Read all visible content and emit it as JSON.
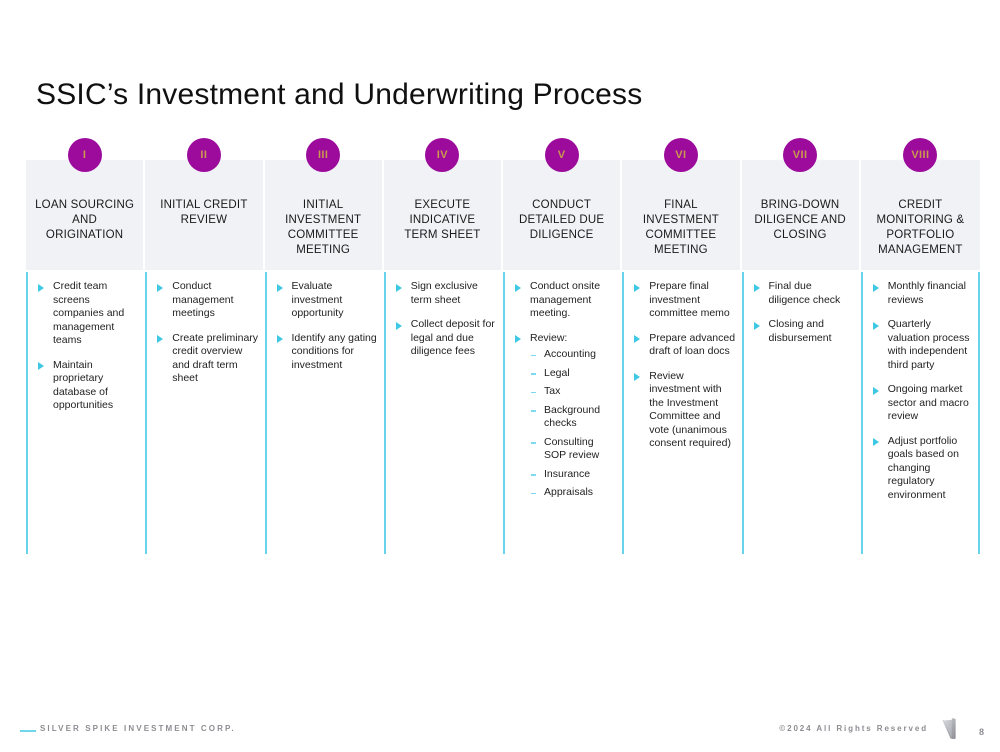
{
  "slide": {
    "title": "SSIC’s Investment and Underwriting Process"
  },
  "colors": {
    "badge_fill": "#9C0B9C",
    "badge_text": "#C99A4E",
    "divider": "#68D3EC",
    "bullet": "#3FC8E4",
    "header_band": "#F1F2F6",
    "footer_text": "#8D8D93"
  },
  "process": {
    "columns": [
      {
        "numeral": "I",
        "heading": "LOAN SOURCING AND ORIGINATION",
        "bullets": [
          {
            "text": "Credit team screens companies and management teams"
          },
          {
            "text": "Maintain proprietary database of opportunities"
          }
        ]
      },
      {
        "numeral": "II",
        "heading": "INITIAL CREDIT REVIEW",
        "bullets": [
          {
            "text": "Conduct management meetings"
          },
          {
            "text": "Create preliminary credit overview and draft term sheet"
          }
        ]
      },
      {
        "numeral": "III",
        "heading": "INITIAL INVESTMENT COMMITTEE MEETING",
        "bullets": [
          {
            "text": "Evaluate investment opportunity"
          },
          {
            "text": "Identify any gating conditions for investment"
          }
        ]
      },
      {
        "numeral": "IV",
        "heading": "EXECUTE INDICATIVE TERM SHEET",
        "bullets": [
          {
            "text": "Sign exclusive term sheet"
          },
          {
            "text": "Collect deposit for legal and due diligence fees"
          }
        ]
      },
      {
        "numeral": "V",
        "heading": "CONDUCT DETAILED DUE DILIGENCE",
        "bullets": [
          {
            "text": "Conduct onsite management meeting."
          },
          {
            "text": "Review:",
            "sub": [
              "Accounting",
              "Legal",
              "Tax",
              "Background checks",
              "Consulting SOP review",
              "Insurance",
              "Appraisals"
            ]
          }
        ]
      },
      {
        "numeral": "VI",
        "heading": "FINAL INVESTMENT COMMITTEE MEETING",
        "bullets": [
          {
            "text": "Prepare final investment committee memo"
          },
          {
            "text": "Prepare advanced draft of loan docs"
          },
          {
            "text": "Review investment with the Investment Committee and vote (unanimous consent required)"
          }
        ]
      },
      {
        "numeral": "VII",
        "heading": "BRING-DOWN DILIGENCE AND CLOSING",
        "bullets": [
          {
            "text": "Final due diligence check"
          },
          {
            "text": "Closing and disbursement"
          }
        ]
      },
      {
        "numeral": "VIII",
        "heading": "CREDIT MONITORING & PORTFOLIO MANAGEMENT",
        "bullets": [
          {
            "text": "Monthly financial reviews"
          },
          {
            "text": "Quarterly valuation process with independent third party"
          },
          {
            "text": "Ongoing market sector and macro review"
          },
          {
            "text": "Adjust portfolio goals based on changing regulatory environment"
          }
        ]
      }
    ]
  },
  "footer": {
    "company": "SILVER SPIKE INVESTMENT CORP.",
    "copyright": "©2024 All Rights Reserved",
    "page_number": "8"
  }
}
